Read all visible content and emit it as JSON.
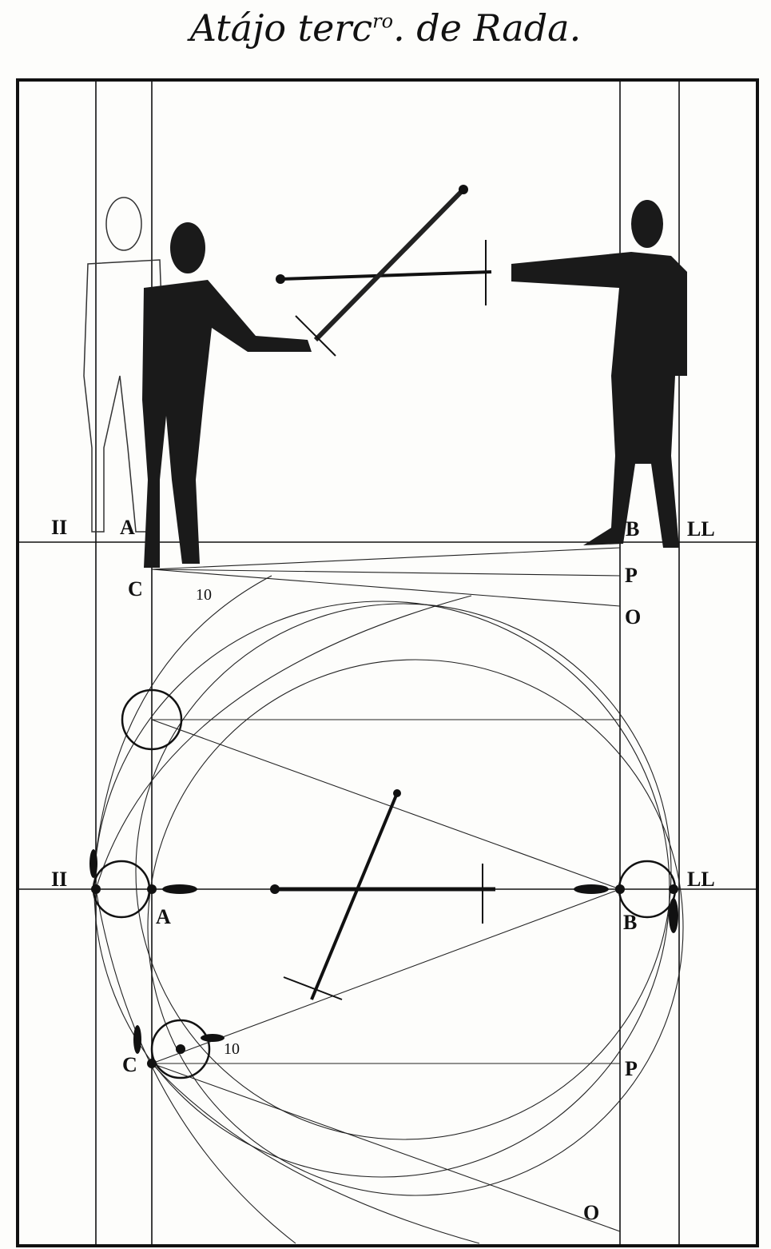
{
  "title": {
    "main": "Atájo terc",
    "superscript": "ro",
    "rest": ". de Rada."
  },
  "labels": {
    "upper": {
      "II": "II",
      "A": "A",
      "B": "B",
      "LL": "LL",
      "C": "C",
      "ten": "10",
      "P": "P",
      "O": "O"
    },
    "lower": {
      "II": "II",
      "A": "A",
      "B": "B",
      "LL": "LL",
      "C": "C",
      "ten": "10",
      "P": "P",
      "O": "O"
    }
  }
}
